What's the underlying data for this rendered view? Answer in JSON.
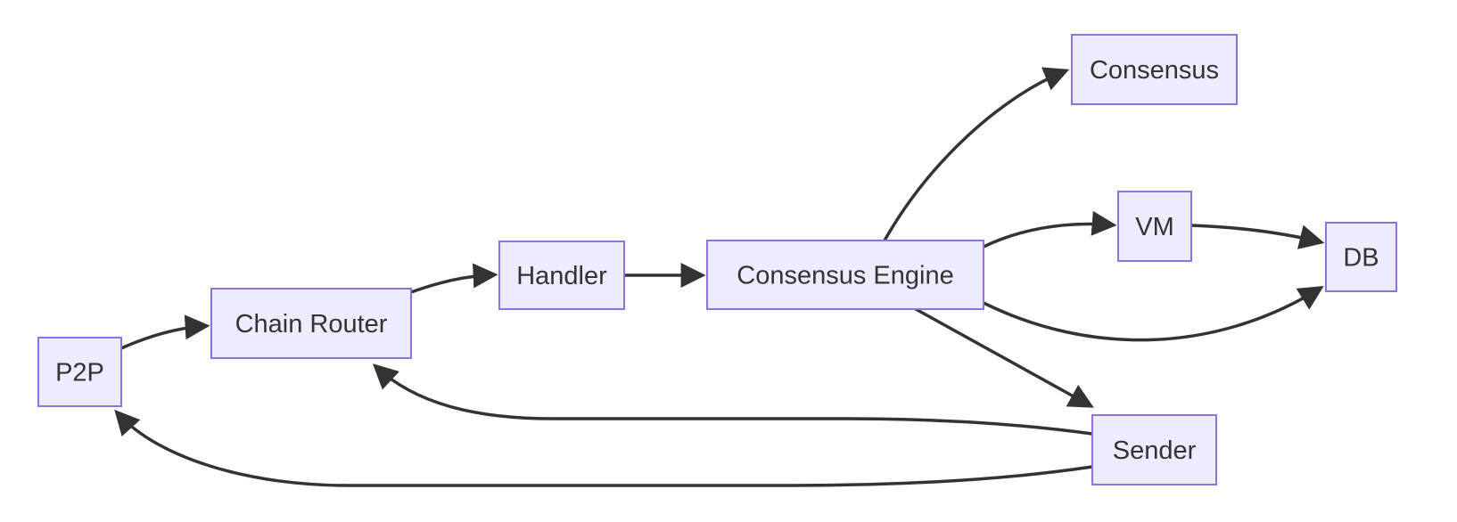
{
  "diagram": {
    "type": "flowchart",
    "direction": "LR",
    "nodes": [
      {
        "id": "P2P",
        "label": "P2P"
      },
      {
        "id": "ChainRouter",
        "label": "Chain Router"
      },
      {
        "id": "Handler",
        "label": "Handler"
      },
      {
        "id": "ConsensusEngine",
        "label": "Consensus Engine"
      },
      {
        "id": "Consensus",
        "label": "Consensus"
      },
      {
        "id": "VM",
        "label": "VM"
      },
      {
        "id": "DB",
        "label": "DB"
      },
      {
        "id": "Sender",
        "label": "Sender"
      }
    ],
    "edges": [
      {
        "from": "P2P",
        "to": "ChainRouter"
      },
      {
        "from": "ChainRouter",
        "to": "Handler"
      },
      {
        "from": "Handler",
        "to": "ConsensusEngine"
      },
      {
        "from": "ConsensusEngine",
        "to": "Consensus"
      },
      {
        "from": "ConsensusEngine",
        "to": "VM"
      },
      {
        "from": "VM",
        "to": "DB"
      },
      {
        "from": "ConsensusEngine",
        "to": "DB"
      },
      {
        "from": "ConsensusEngine",
        "to": "Sender"
      },
      {
        "from": "Sender",
        "to": "ChainRouter"
      },
      {
        "from": "Sender",
        "to": "P2P"
      }
    ],
    "colors": {
      "node_fill": "#ECECFF",
      "node_border": "#9370DB",
      "text": "#333333",
      "edge": "#333333",
      "background": "#FFFFFF"
    }
  }
}
